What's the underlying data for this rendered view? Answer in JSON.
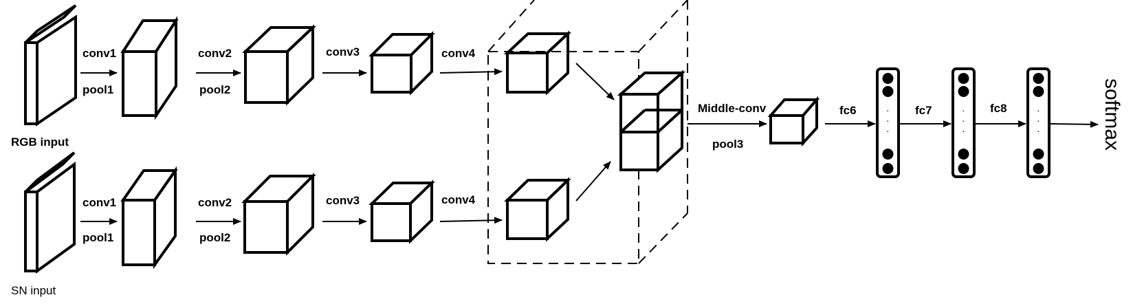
{
  "inputs": {
    "rgb": "RGB input",
    "sn": "SN input"
  },
  "top": {
    "conv1": "conv1",
    "pool1": "pool1",
    "conv2": "conv2",
    "pool2": "pool2",
    "conv3": "conv3",
    "conv4": "conv4"
  },
  "bottom": {
    "conv1": "conv1",
    "pool1": "pool1",
    "conv2": "conv2",
    "pool2": "pool2",
    "conv3": "conv3",
    "conv4": "conv4"
  },
  "middle": {
    "conv": "Middle-conv",
    "pool": "pool3"
  },
  "fc": {
    "fc6": "fc6",
    "fc7": "fc7",
    "fc8": "fc8",
    "dots": "·"
  },
  "output": {
    "softmax": "softmax"
  }
}
